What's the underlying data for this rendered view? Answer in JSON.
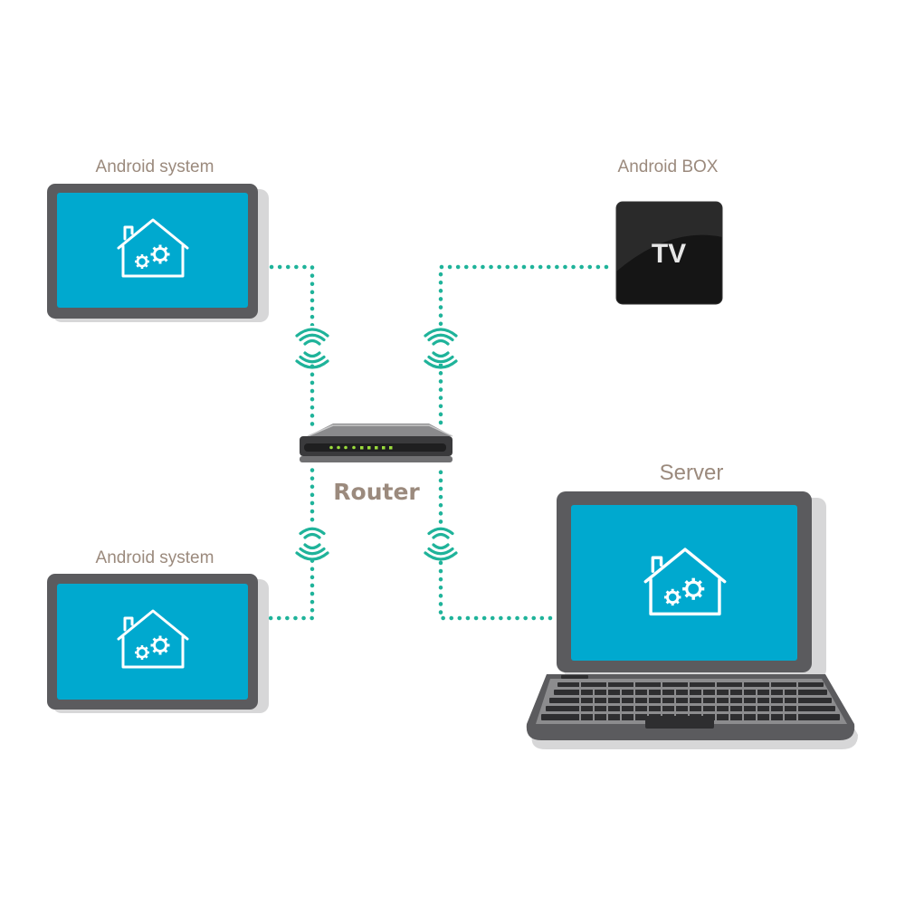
{
  "labels": {
    "tablet_top": "Android system",
    "tablet_bottom": "Android system",
    "tv_box": "Android BOX",
    "tv_box_screen": "TV",
    "router": "Router",
    "server": "Server"
  },
  "colors": {
    "screen": "#00a9cf",
    "link": "#1fb39a",
    "label": "#9b8a7d",
    "device_frame": "#5b5b5e",
    "tv_box": "#151515"
  },
  "icons": [
    "home-gears-icon",
    "wifi-signal-icon"
  ]
}
